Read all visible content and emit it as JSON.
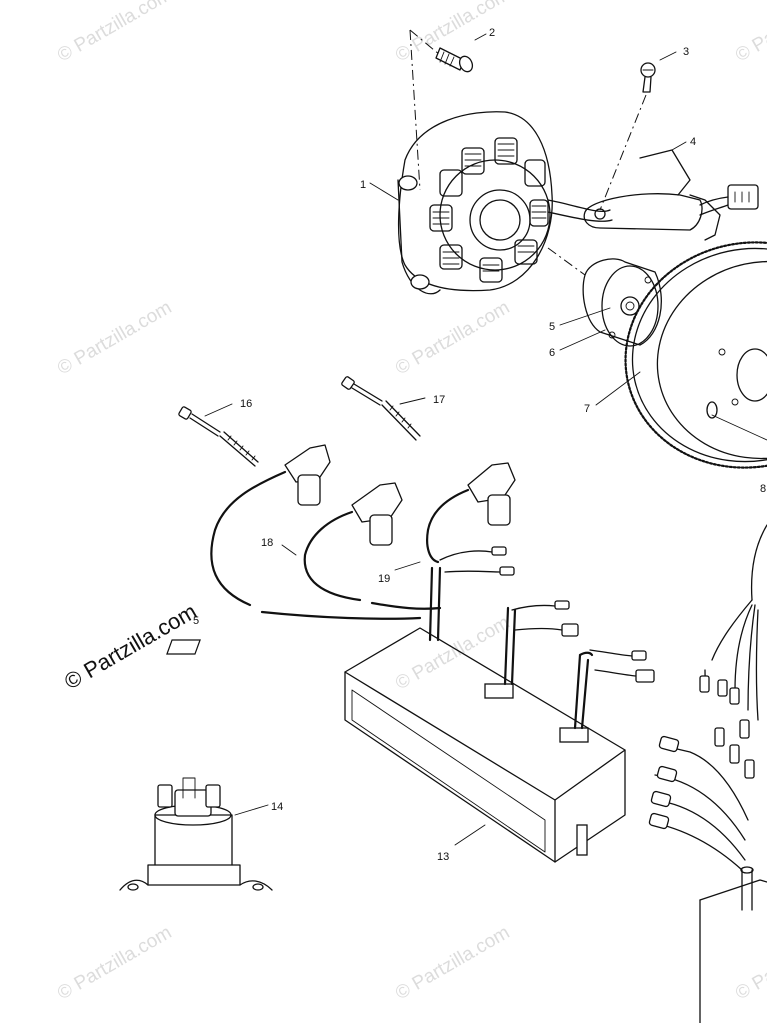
{
  "diagram": {
    "watermark": "© Partzilla.com",
    "watermark_primary": "© Partzilla.com",
    "callouts": {
      "c1": "1",
      "c2": "2",
      "c3": "3",
      "c4": "4",
      "c5": "5",
      "c6": "6",
      "c7": "7",
      "c8": "8",
      "c13": "13",
      "c14": "14",
      "c16": "16",
      "c17": "17",
      "c18": "18",
      "c19": "19",
      "c15": "5"
    }
  }
}
